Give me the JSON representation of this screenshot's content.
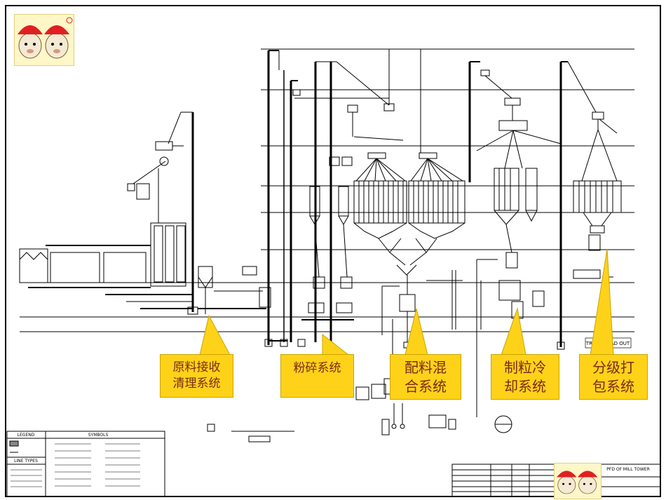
{
  "callouts": [
    {
      "id": "raw",
      "label": "原料接收\n清理系统"
    },
    {
      "id": "grind",
      "label": "粉碎系统"
    },
    {
      "id": "mix",
      "label": "配料混\n合系统"
    },
    {
      "id": "pellet",
      "label": "制粒冷\n却系统"
    },
    {
      "id": "pack",
      "label": "分级打\n包系统"
    }
  ],
  "drawing": {
    "truck_load_out": "TRUCK LOAD OUT",
    "legend_title": "LEGEND",
    "symbols_title": "SYMBOLS",
    "line_types_title": "LINE TYPES",
    "title_block_title": "PFD OF MILL TOWER"
  },
  "colors": {
    "callout_fill": "#ffd21a",
    "callout_text": "#7a2a18",
    "line": "#000000"
  }
}
